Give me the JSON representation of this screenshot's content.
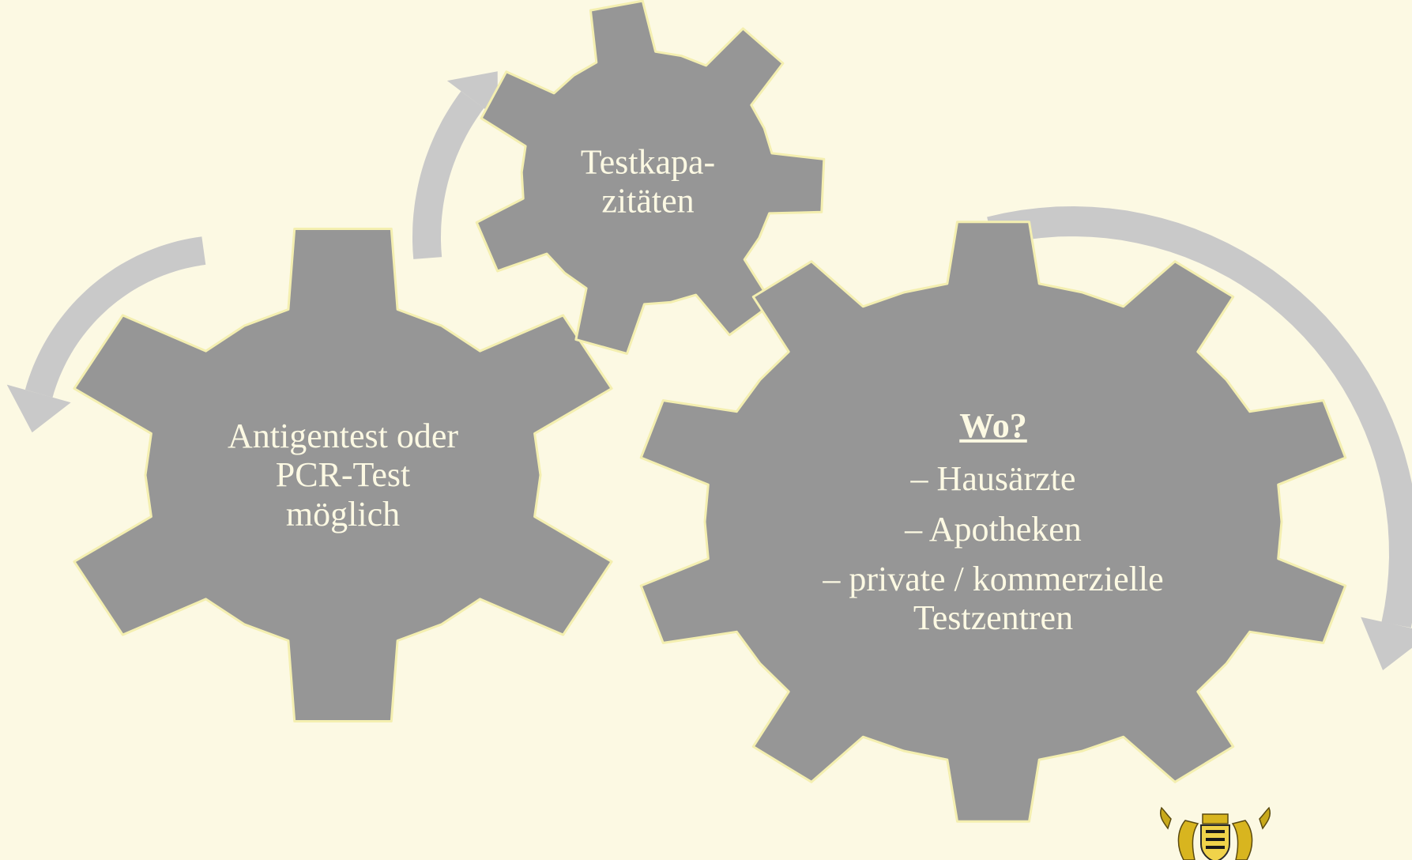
{
  "colors": {
    "background": "#fcf9e3",
    "gear_fill": "#969696",
    "gear_stroke": "#f4efb0",
    "arrow": "#c9c9c9",
    "text": "#fcf9e3"
  },
  "gears": {
    "small": {
      "label_line1": "Testkapa-",
      "label_line2": "zitäten"
    },
    "left": {
      "label_line1": "Antigentest oder",
      "label_line2": "PCR-Test",
      "label_line3": "möglich"
    },
    "right": {
      "heading": "Wo?",
      "items": [
        "– Hausärzte",
        "– Apotheken",
        "– private / kommerzielle",
        "Testzentren"
      ]
    }
  },
  "icons": {
    "arrows": "curved-arrow-icon",
    "crest": "coat-of-arms-icon"
  }
}
